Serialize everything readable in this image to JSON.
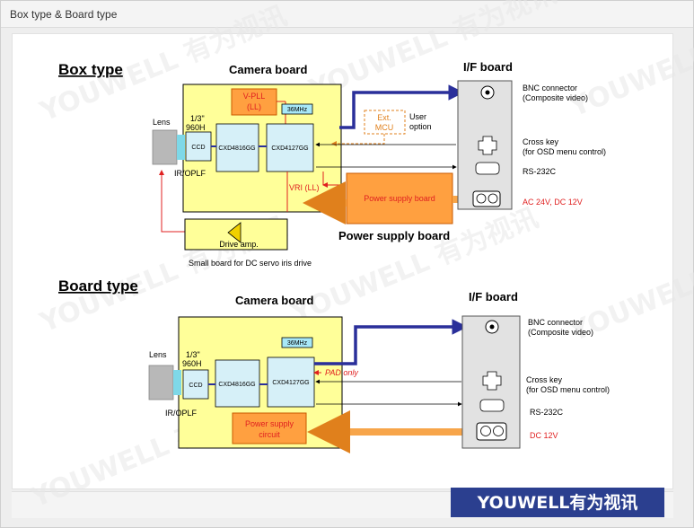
{
  "window": {
    "title": "Box type & Board type"
  },
  "watermark": {
    "text": "YOUWELL 有为视讯"
  },
  "logo": {
    "text": "YOUWELL有为视讯",
    "bg": "#2b3f8f"
  },
  "colors": {
    "board_yellow": "#ffff99",
    "chip_blue": "#d6f0f8",
    "orange_fill": "#ffa040",
    "arrow_navy": "#2a2f9a",
    "arrow_orange": "#f7a54a",
    "line_red": "#e02020"
  },
  "box_type": {
    "title": "Box type",
    "camera_board": "Camera board",
    "if_board": "I/F board",
    "lens": "Lens",
    "size": "1/3\"",
    "resolution": "960H",
    "ir": "IR/OPLF",
    "ccd": "CCD",
    "chip1": "CXD4816GG",
    "chip2": "CXD4127GG",
    "freq": "36MHz",
    "vpll_1": "V-PLL",
    "vpll_2": "(LL)",
    "ext_mcu_1": "Ext.",
    "ext_mcu_2": "MCU",
    "user_option_1": "User",
    "user_option_2": "option",
    "vri": "VRI (LL)",
    "power_supply_board_inner": "Power supply board",
    "power_supply_board": "Power supply board",
    "drive_amp": "Drive amp.",
    "small_board": "Small board for DC servo iris drive",
    "bnc_1": "BNC connector",
    "bnc_2": "(Composite video)",
    "cross_key_1": "Cross key",
    "cross_key_2": "(for OSD menu control)",
    "rs232": "RS-232C",
    "ac": "AC 24V, DC 12V"
  },
  "board_type": {
    "title": "Board type",
    "camera_board": "Camera board",
    "if_board": "I/F board",
    "lens": "Lens",
    "size": "1/3\"",
    "resolution": "960H",
    "ir": "IR/OPLF",
    "ccd": "CCD",
    "chip1": "CXD4816GG",
    "chip2": "CXD4127GG",
    "freq": "36MHz",
    "pad": "PAD only",
    "power_circuit_1": "Power supply",
    "power_circuit_2": "circuit",
    "bnc_1": "BNC connector",
    "bnc_2": "(Composite video)",
    "cross_key_1": "Cross key",
    "cross_key_2": "(for OSD menu control)",
    "rs232": "RS-232C",
    "dc": "DC 12V"
  }
}
